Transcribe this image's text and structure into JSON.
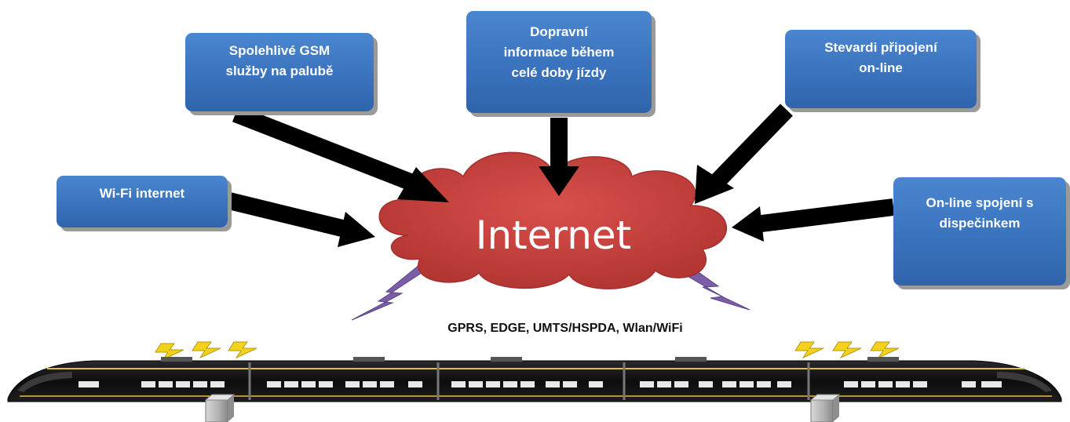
{
  "center": {
    "label": "Internet"
  },
  "boxes": {
    "gsm": "Spolehlivé GSM\nslužby  na palubě",
    "traffic": "Dopravní\ninformace během\ncelé doby jízdy",
    "stewards": "Stevardi připojení\non-line",
    "wifi": "Wi-Fi internet",
    "dispatch": "On-line spojení s\ndispečinkem"
  },
  "connectivity": "GPRS, EDGE, UMTS/HSPDA, Wlan/WiFi",
  "colors": {
    "box_fill": "#3a73bd",
    "cloud_fill": "#c8413f",
    "arrow": "#000000",
    "lightning": "#7b5ea7",
    "bolt": "#f2d21a",
    "train_body": "#111111",
    "train_stripe": "#e0c040"
  }
}
